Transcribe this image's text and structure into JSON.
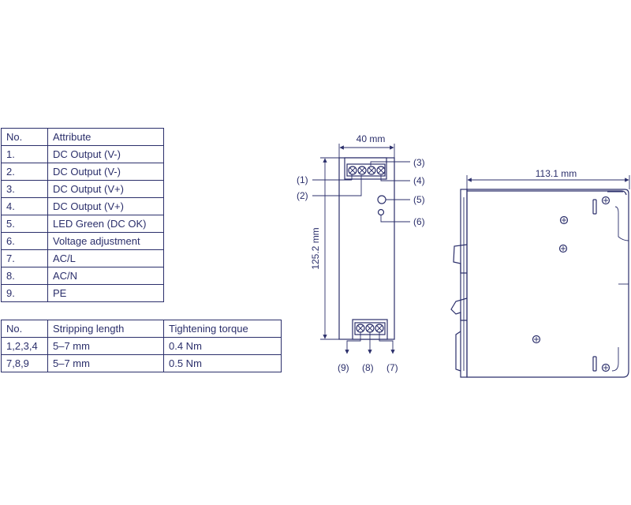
{
  "attributes_table": {
    "headers": [
      "No.",
      "Attribute"
    ],
    "rows": [
      [
        "1.",
        "DC Output (V-)"
      ],
      [
        "2.",
        "DC Output (V-)"
      ],
      [
        "3.",
        "DC Output (V+)"
      ],
      [
        "4.",
        "DC Output (V+)"
      ],
      [
        "5.",
        "LED Green (DC OK)"
      ],
      [
        "6.",
        "Voltage adjustment"
      ],
      [
        "7.",
        "AC/L"
      ],
      [
        "8.",
        "AC/N"
      ],
      [
        "9.",
        "PE"
      ]
    ]
  },
  "terminal_table": {
    "headers": [
      "No.",
      "Stripping length",
      "Tightening torque"
    ],
    "rows": [
      [
        "1,2,3,4",
        "5–7 mm",
        "0.4 Nm"
      ],
      [
        "7,8,9",
        "5–7 mm",
        "0.5 Nm"
      ]
    ]
  },
  "front_view": {
    "width_label": "40 mm",
    "height_label": "125.2 mm",
    "callouts": {
      "c1": "(1)",
      "c2": "(2)",
      "c3": "(3)",
      "c4": "(4)",
      "c5": "(5)",
      "c6": "(6)",
      "c7": "(7)",
      "c8": "(8)",
      "c9": "(9)"
    }
  },
  "side_view": {
    "depth_label": "113.1 mm"
  },
  "colors": {
    "ink": "#2b2f6b",
    "background": "#ffffff"
  }
}
